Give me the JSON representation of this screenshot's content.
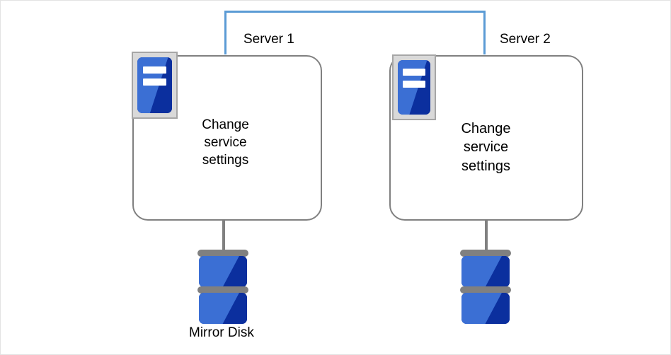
{
  "diagram": {
    "title_visible": false,
    "colors": {
      "heartbeat_line": "#5b9bd5",
      "box_border": "#808080",
      "icon_frame_fill": "#d9d9d9",
      "icon_frame_border": "#a6a6a6",
      "icon_blue_dark": "#0b2f9e",
      "icon_blue_light": "#3b6fd4",
      "disk_plate": "#808080",
      "text": "#000000",
      "page_border": "#e3e3e3"
    },
    "servers": [
      {
        "label": "Server 1",
        "icon_name": "server-node-icon",
        "body_text": "Change\nservice\nsettings",
        "disk": {
          "icon_name": "mirror-disk-icon",
          "caption": "Mirror Disk"
        }
      },
      {
        "label": "Server 2",
        "icon_name": "server-node-icon",
        "body_text": "Change\nservice\nsettings",
        "disk": {
          "icon_name": "mirror-disk-icon",
          "caption": ""
        }
      }
    ],
    "connectors": {
      "heartbeat_name": "heartbeat-interconnect-line",
      "disk_stem_name": "server-to-disk-link"
    }
  }
}
